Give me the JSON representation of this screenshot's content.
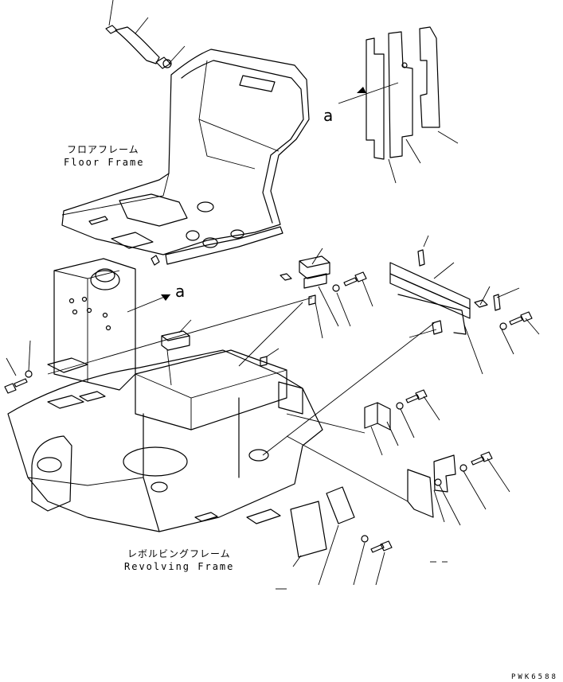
{
  "labels": {
    "floor_frame_jp": "フロアフレーム",
    "floor_frame_en": "Floor Frame",
    "revolving_frame_jp": "レボルビングフレーム",
    "revolving_frame_en": "Revolving Frame",
    "view_a_top": "a",
    "view_a_mid": "a",
    "drawing_code": "PWK6588"
  }
}
